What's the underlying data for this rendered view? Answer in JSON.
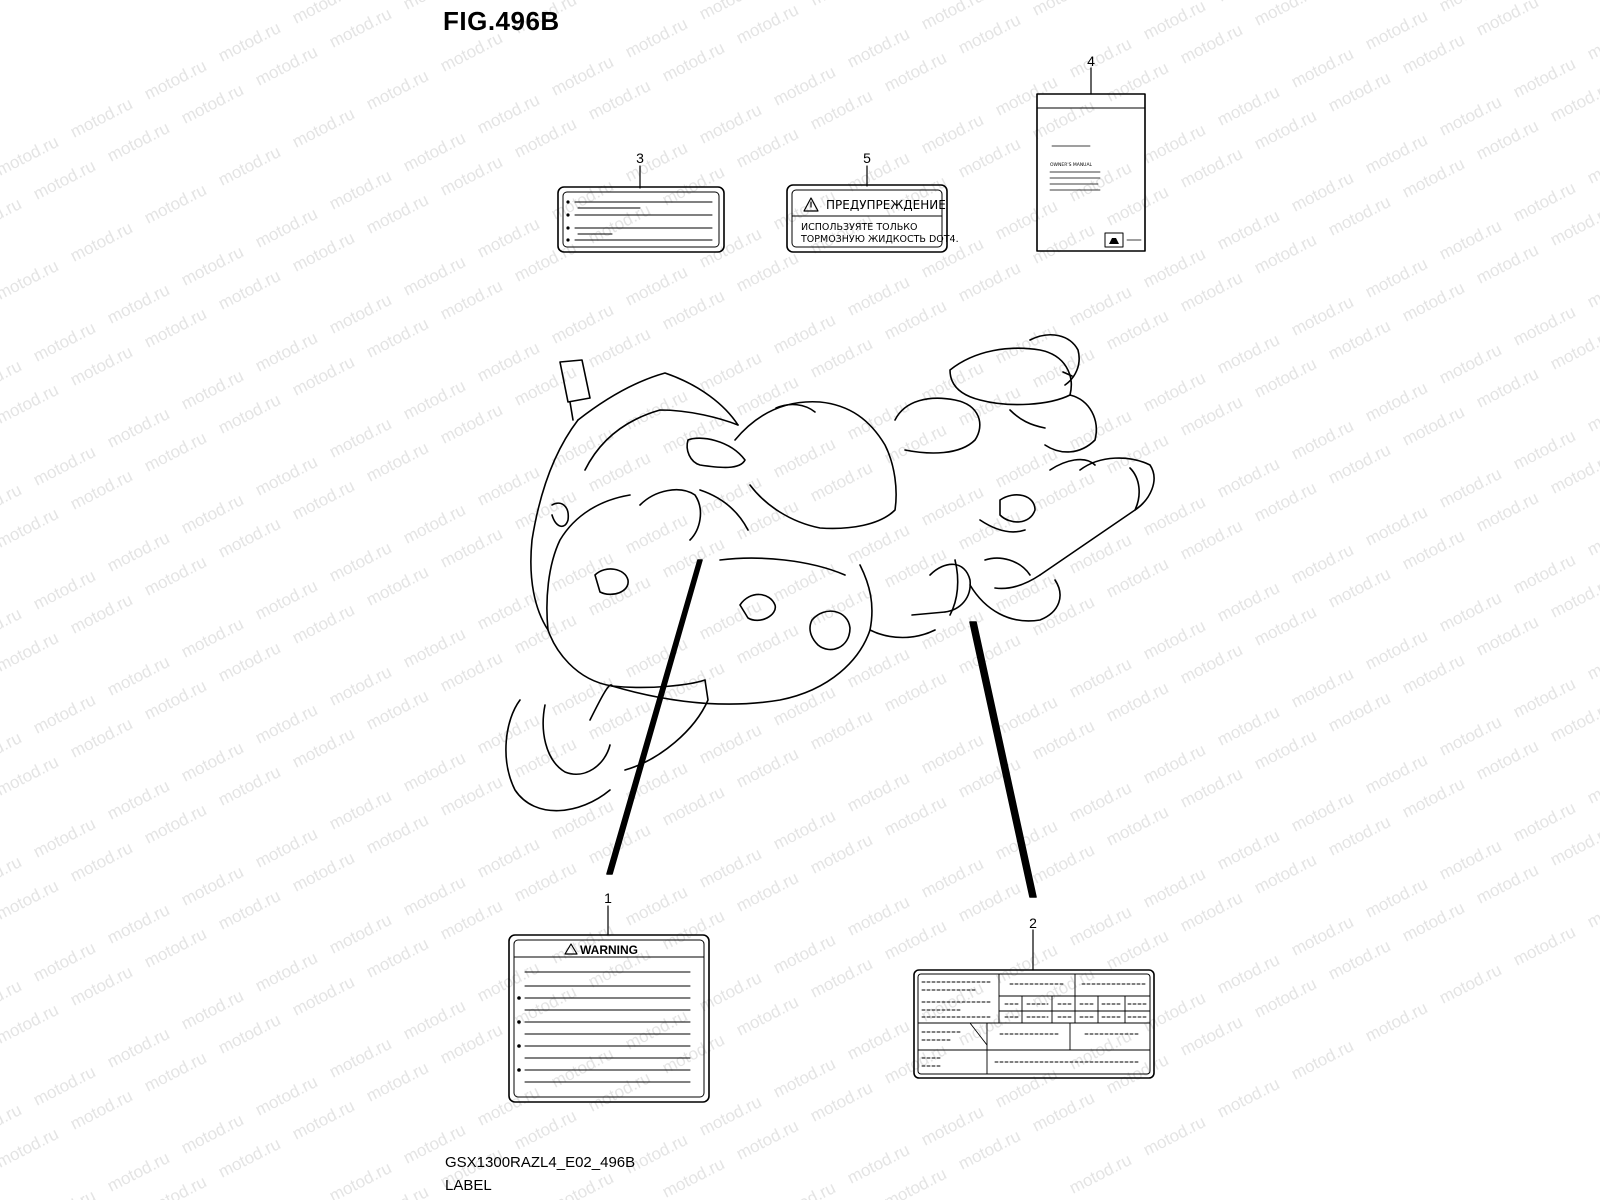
{
  "header": {
    "figure_title": "FIG.496B"
  },
  "watermark": {
    "text": "motod.ru"
  },
  "callouts": [
    "1",
    "2",
    "3",
    "4",
    "5"
  ],
  "labels": {
    "warning_label": {
      "heading": "WARNING"
    },
    "brake_fluid_label": {
      "heading": "ПРЕДУПРЕЖДЕНИЕ",
      "line1": "ИСПОЛЬЗУЯТЕ ТОЛЬКО",
      "line2": "ТОРМОЗНУЮ ЖИДКОСТЬ DOT4."
    },
    "owners_manual": {
      "heading": "OWNER'S MANUAL"
    }
  },
  "footer": {
    "model_code": "GSX1300RAZL4_E02_496B",
    "section_name": "LABEL"
  }
}
